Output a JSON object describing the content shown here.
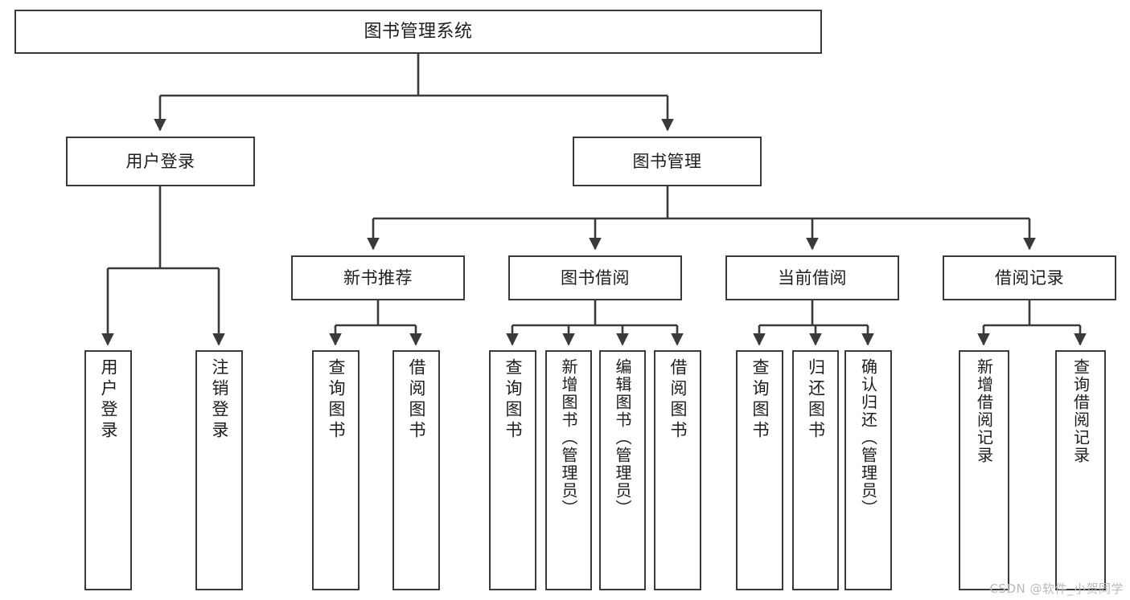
{
  "diagram": {
    "title": "图书管理系统",
    "type": "tree-hierarchy-chart",
    "background_color": "#ffffff",
    "line_color": "#3a3a3a",
    "text_color": "#1d1d1d"
  },
  "nodes": {
    "root": {
      "label": "图书管理系统"
    },
    "level2": [
      {
        "label": "用户登录"
      },
      {
        "label": "图书管理"
      }
    ],
    "level3": [
      {
        "label": "新书推荐"
      },
      {
        "label": "图书借阅"
      },
      {
        "label": "当前借阅"
      },
      {
        "label": "借阅记录"
      }
    ],
    "leaves_user_login": [
      {
        "label": "用户登录"
      },
      {
        "label": "注销登录"
      }
    ],
    "leaves_new_book": [
      {
        "label": "查询图书"
      },
      {
        "label": "借阅图书"
      }
    ],
    "leaves_borrow": [
      {
        "label": "查询图书"
      },
      {
        "label": "新增图书（管理员）"
      },
      {
        "label": "编辑图书（管理员）"
      },
      {
        "label": "借阅图书"
      }
    ],
    "leaves_current": [
      {
        "label": "查询图书"
      },
      {
        "label": "归还图书"
      },
      {
        "label": "确认归还（管理员）"
      }
    ],
    "leaves_records": [
      {
        "label": "新增借阅记录"
      },
      {
        "label": "查询借阅记录"
      }
    ]
  },
  "watermark": {
    "text": "CSDN @软件_小贺同学"
  }
}
